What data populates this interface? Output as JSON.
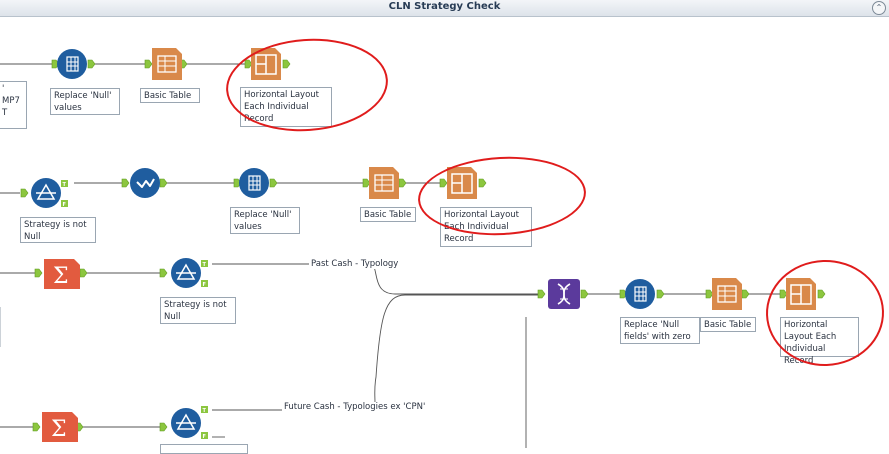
{
  "window": {
    "title": "CLN Strategy Check",
    "collapse_glyph": "⌃"
  },
  "tools": {
    "r1_replace_null": "Replace 'Null' values",
    "r1_basic_table": "Basic Table",
    "r1_layout": "Horizontal Layout Each Individual Record",
    "r1_partial_left": "'\nMP7\nT",
    "r2_filter": "Strategy is not Null",
    "r2_replace_null": "Replace 'Null' values",
    "r2_basic_table": "Basic Table",
    "r2_layout": "Horizontal Layout Each Individual Record",
    "r3_filter": "Strategy is not Null",
    "r3_replace_null": "Replace 'Null fields' with zero",
    "r3_basic_table": "Basic Table",
    "r3_layout": "Horizontal Layout Each Individual Record"
  },
  "connections": {
    "past_cash": "Past Cash - Typology",
    "future_cash": "Future Cash - Typologies ex 'CPN'"
  },
  "anchors": {
    "true": "T",
    "false": "F"
  },
  "icons": [
    "multi-field-icon",
    "table-icon",
    "layout-icon",
    "filter-icon",
    "select-icon",
    "summarize-icon",
    "join-multiple-icon",
    "collapse-icon"
  ],
  "colors": {
    "formula_blue": "#1f5d9f",
    "reporting_orange": "#d9894a",
    "transform_red": "#e25b3f",
    "join_purple": "#5b3a9c",
    "anchor_green": "#8cc63f",
    "annotation_red": "#e01c1c"
  }
}
